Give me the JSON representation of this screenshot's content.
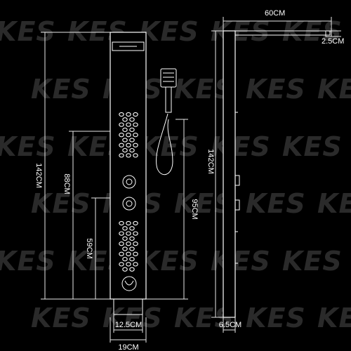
{
  "watermark": {
    "text": "KES"
  },
  "dimensions": {
    "width_top": "60CM",
    "depth_top": "2.5CM",
    "height_left": "142CM",
    "height_88": "88CM",
    "height_59": "59CM",
    "height_95": "95CM",
    "height_side": "142CM",
    "base_width": "12.5CM",
    "panel_width": "19CM",
    "side_depth": "6.5CM"
  },
  "colors": {
    "background": "#000000",
    "lines": "#ffffff",
    "watermark": "#2a2a2a"
  }
}
